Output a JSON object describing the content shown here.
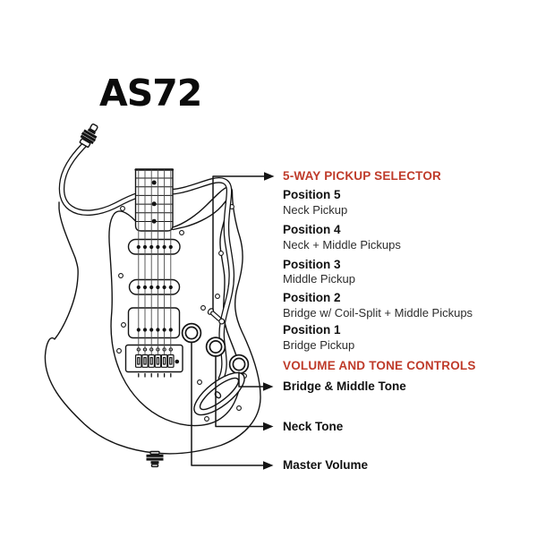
{
  "page": {
    "background": "#ffffff"
  },
  "title": "AS72",
  "colors": {
    "accent_red": "#bf3b2a",
    "ink": "#141414"
  },
  "annotations": {
    "pickup_selector": {
      "title": "5-WAY PICKUP SELECTOR",
      "positions": [
        {
          "label": "Position 5",
          "description": "Neck Pickup"
        },
        {
          "label": "Position 4",
          "description": "Neck + Middle Pickups"
        },
        {
          "label": "Position 3",
          "description": "Middle Pickup"
        },
        {
          "label": "Position 2",
          "description": "Bridge w/ Coil-Split + Middle Pickups"
        },
        {
          "label": "Position 1",
          "description": "Bridge Pickup"
        }
      ]
    },
    "controls": {
      "title": "VOLUME AND TONE CONTROLS",
      "items": [
        {
          "label": "Bridge & Middle Tone"
        },
        {
          "label": "Neck Tone"
        },
        {
          "label": "Master Volume"
        }
      ]
    }
  },
  "illustration": {
    "subject": "electric guitar front view with instrument cable plugged in",
    "labeled_parts": [
      "5-way pickup selector switch",
      "bridge & middle tone knob",
      "neck tone knob",
      "master volume knob"
    ]
  }
}
